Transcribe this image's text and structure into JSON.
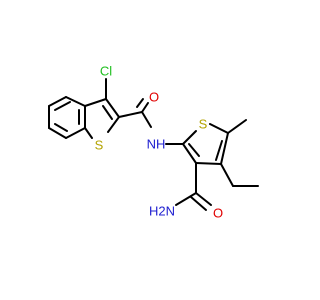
{
  "molecule": {
    "atom_labels": {
      "chlorine": "Cl",
      "benzothiophene_sulfur": "S",
      "carbonyl_oxygen": "O",
      "amide_nitrogen": "NH",
      "thiophene_sulfur": "S",
      "carboxamide_oxygen": "O",
      "carboxamide_nitrogen": "H2N"
    },
    "colors": {
      "bond": "#000000",
      "chlorine": "#1fbf1f",
      "sulfur": "#b3a300",
      "oxygen": "#e00000",
      "nitrogen": "#2020d0"
    }
  }
}
